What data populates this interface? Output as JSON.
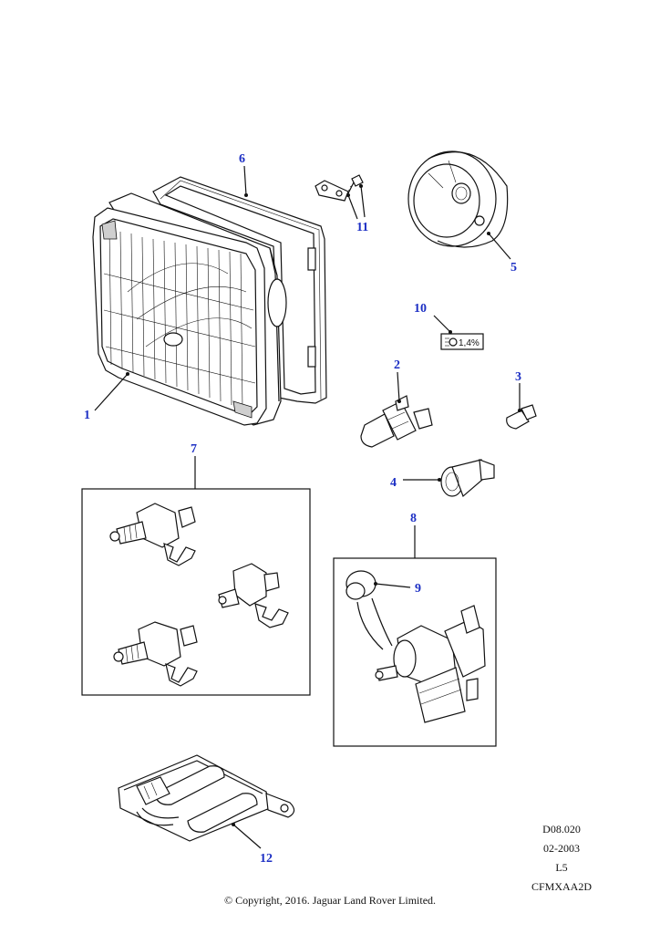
{
  "callouts": {
    "c1": "1",
    "c2": "2",
    "c3": "3",
    "c4": "4",
    "c5": "5",
    "c6": "6",
    "c7": "7",
    "c8": "8",
    "c9": "9",
    "c10": "10",
    "c11": "11",
    "c12": "12"
  },
  "label_10": "1,4%",
  "reference": {
    "line1": "D08.020",
    "line2": "02-2003",
    "line3": "L5",
    "line4": "CFMXAA2D"
  },
  "copyright": "© Copyright, 2016. Jaguar Land Rover Limited.",
  "colors": {
    "callout": "#1c2fc4",
    "line": "#111111",
    "background": "#ffffff"
  }
}
